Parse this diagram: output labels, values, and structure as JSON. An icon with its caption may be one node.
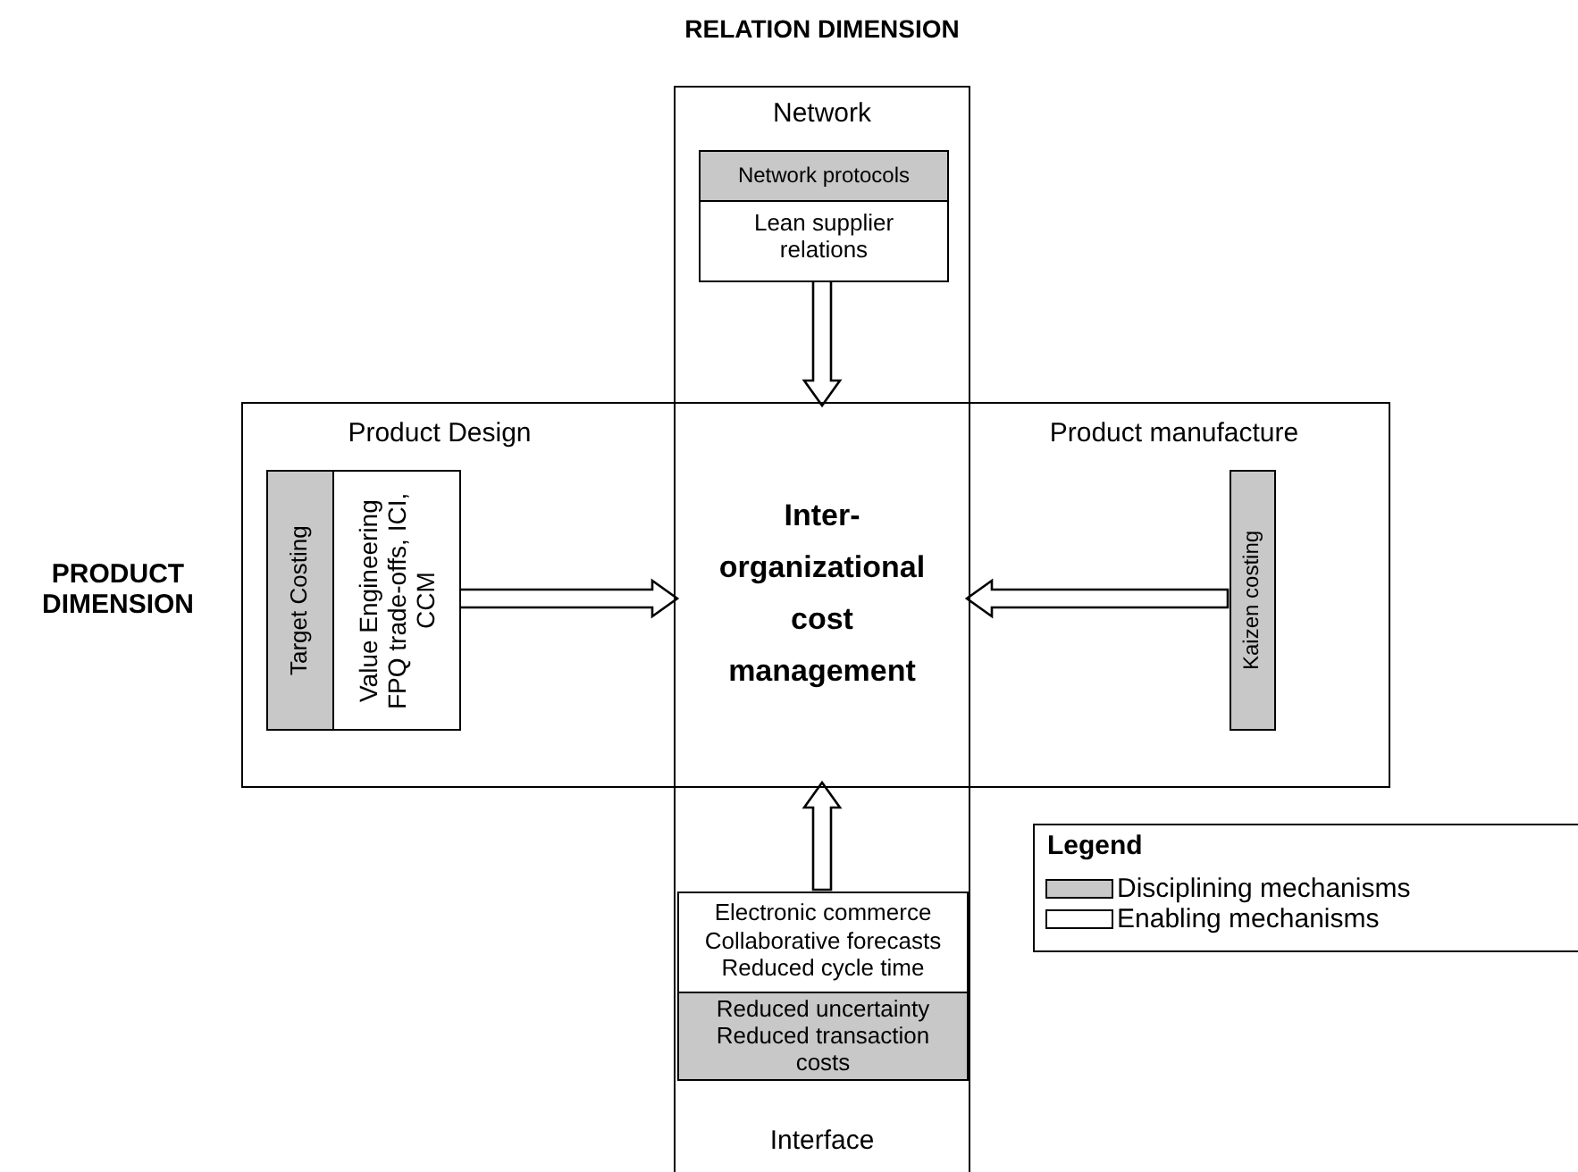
{
  "diagram": {
    "nodes": [
      {
        "text": [
          "Network",
          "Interface"
        ]
      },
      {
        "text": [
          "Product Design",
          "Product manufacture"
        ]
      },
      {
        "text": [
          "Network protocols"
        ],
        "in": 0
      },
      {
        "text": [
          "Lean supplier relations"
        ],
        "in": 0
      },
      {
        "text": [
          "Inter-organizational cost management"
        ]
      },
      {
        "text": [
          "Target Costing"
        ],
        "in": 1
      },
      {
        "text": [
          "Value Engineering FPQ trade-offs, ICI, CCM"
        ],
        "in": 1
      },
      {
        "text": [
          "Kaizen costing"
        ],
        "in": 1
      },
      {
        "text": [
          "Electronic commerce Collaborative forecasts Reduced cycle time"
        ],
        "in": 0
      },
      {
        "text": [
          "Reduced uncertainty Reduced transaction costs"
        ],
        "in": 0
      }
    ],
    "edges": [
      {
        "from": 3,
        "to": 4,
        "arrow": "to"
      },
      {
        "from": 6,
        "to": 4,
        "arrow": "to"
      },
      {
        "from": 7,
        "to": 4,
        "arrow": "to"
      },
      {
        "from": 8,
        "to": 4,
        "arrow": "to"
      }
    ],
    "labels": [
      "RELATION DIMENSION",
      "PRODUCT DIMENSION",
      "Legend"
    ],
    "legend": [
      {
        "text": "Disciplining mechanisms",
        "color": "#c8c8c8"
      },
      {
        "text": "Enabling mechanisms",
        "color": "#ffffff"
      }
    ]
  }
}
